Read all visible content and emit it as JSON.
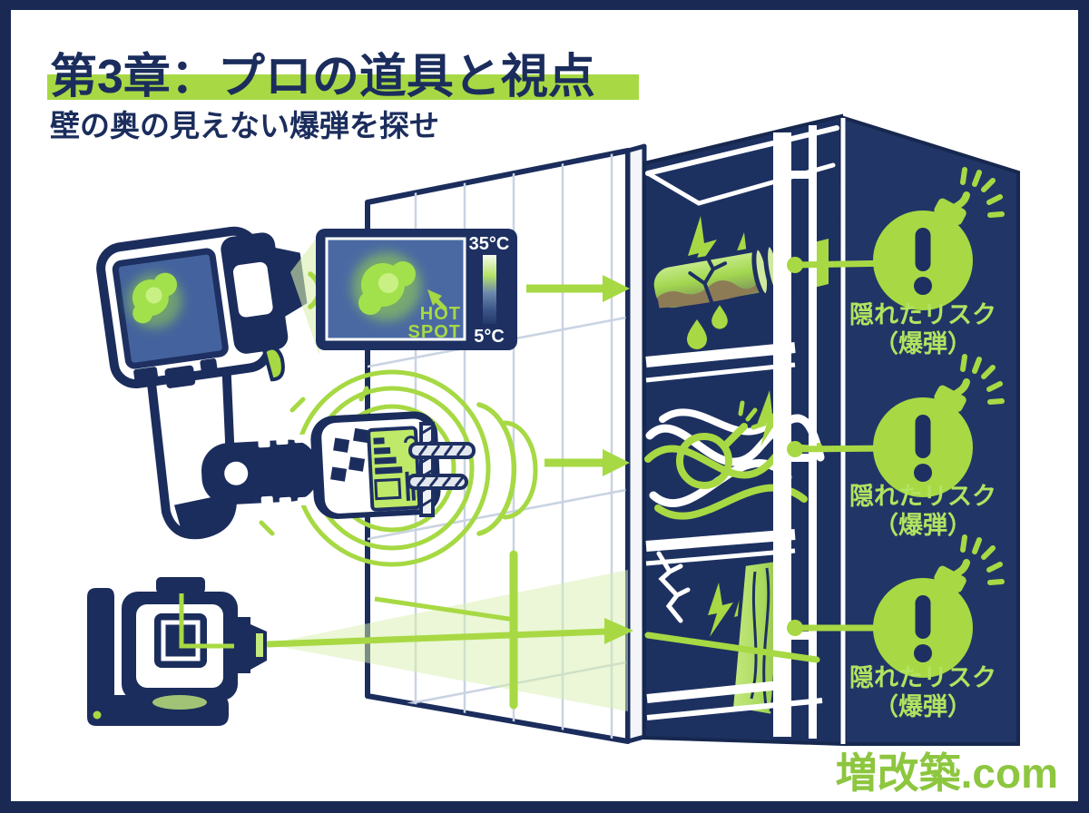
{
  "header": {
    "title": "第3章：プロの道具と視点",
    "subtitle": "壁の奥の見えない爆弾を探せ"
  },
  "thermal_display": {
    "scale_max": "35°C",
    "scale_min": "5°C",
    "hot_label_line1": "HOT",
    "hot_label_line2": "SPOT"
  },
  "risks": [
    {
      "label": "隠れたリスク",
      "sub": "（爆弾）"
    },
    {
      "label": "隠れたリスク",
      "sub": "（爆弾）"
    },
    {
      "label": "隠れたリスク",
      "sub": "（爆弾）"
    }
  ],
  "brand": "増改築.com",
  "colors": {
    "navy": "#1b2d5c",
    "navy_dark_panel": "#213667",
    "cavity_navy": "#1d3161",
    "accent_green": "#a6d943",
    "pale_green": "#d8efae",
    "screen_blue": "#44639e",
    "grid_line": "#c9d3e2",
    "brand_green": "#8dc63f",
    "sediment_brown": "#8d7b55"
  }
}
